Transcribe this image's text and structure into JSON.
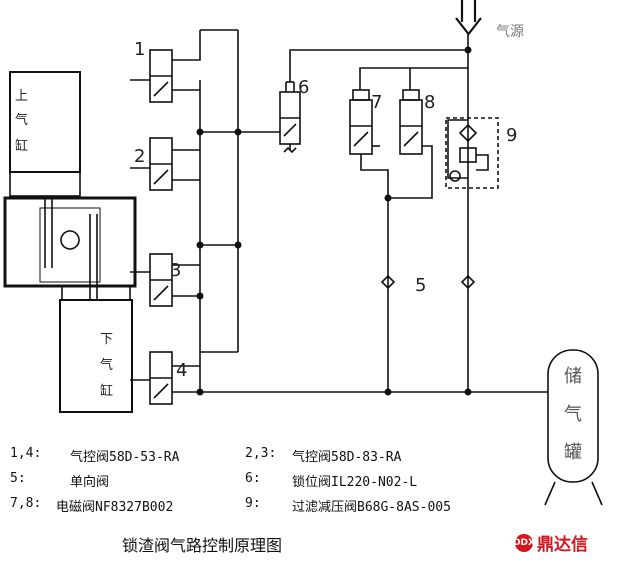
{
  "diagram": {
    "source_label": "气源",
    "upper_cylinder": [
      "上",
      "气",
      "缸"
    ],
    "lower_cylinder": [
      "下",
      "气",
      "缸"
    ],
    "tank": [
      "储",
      "气",
      "罐"
    ],
    "numbers": {
      "n1": "1",
      "n2": "2",
      "n3": "3",
      "n4": "4",
      "n5": "5",
      "n6": "6",
      "n7": "7",
      "n8": "8",
      "n9": "9"
    }
  },
  "legend": [
    {
      "key": "1,4:",
      "value": "气控阀58D-53-RA"
    },
    {
      "key": "2,3:",
      "value": "气控阀58D-83-RA"
    },
    {
      "key": "5:",
      "value": "单向阀"
    },
    {
      "key": "6:",
      "value": "锁位阀IL220-N02-L"
    },
    {
      "key": "7,8:",
      "value": "电磁阀NF8327B002"
    },
    {
      "key": "9:",
      "value": "过滤减压阀B68G-8AS-005"
    }
  ],
  "caption": "锁渣阀气路控制原理图",
  "brand": {
    "mark": "DDX",
    "name": "鼎达信"
  },
  "colors": {
    "line": "#111111",
    "brand": "#d4161c"
  }
}
